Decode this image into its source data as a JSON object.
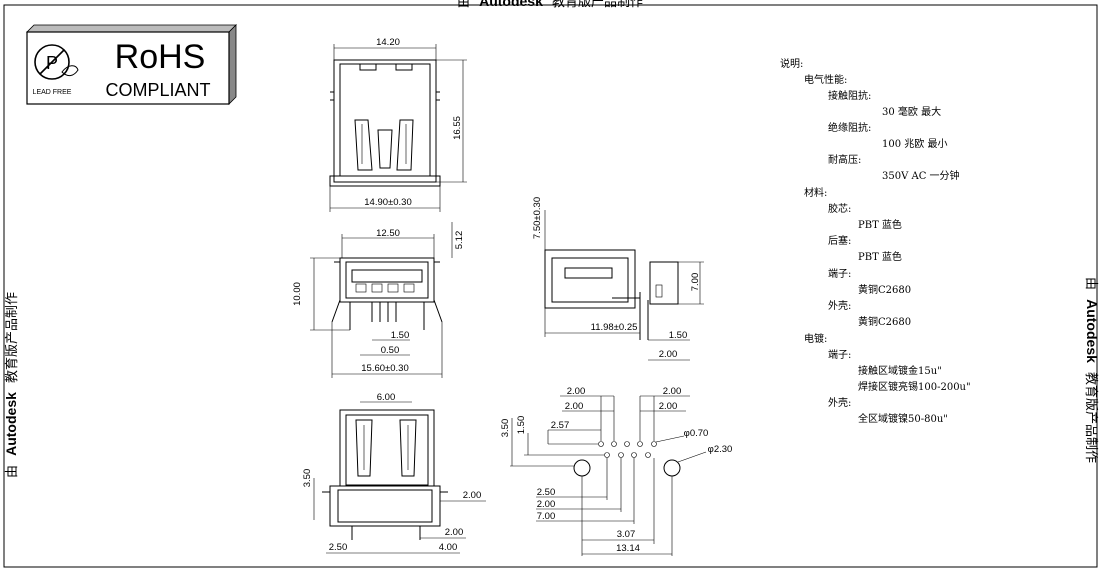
{
  "watermark": {
    "brand": "Autodesk",
    "prefix": "由",
    "suffix": "教育版产品制作"
  },
  "logo": {
    "title": "RoHS",
    "subtitle": "COMPLIANT",
    "badge_text": "LEAD FREE",
    "badge_letter": "P"
  },
  "dimensions": {
    "top_width": "14.20",
    "top_height": "16.55",
    "top_base": "14.90±0.30",
    "front_width": "12.50",
    "front_top": "5.12",
    "front_height": "10.00",
    "front_pin_span": "1.50",
    "front_pin_offset": "0.50",
    "front_base": "15.60±0.30",
    "side_top": "7.50±0.30",
    "side_height": "7.00",
    "side_base": "11.98±0.25",
    "side_pin": "1.50",
    "side_pin2": "2.00",
    "bottom_width": "6.00",
    "bottom_left": "3.50",
    "bottom_right1": "2.00",
    "bottom_right2": "2.00",
    "bottom_base_left": "2.50",
    "bottom_base_right": "4.00",
    "pcb_top_a": "2.00",
    "pcb_top_b": "2.00",
    "pcb_top_c": "2.00",
    "pcb_top_d": "2.00",
    "pcb_left_a": "3.50",
    "pcb_left_b": "1.50",
    "pcb_left_c": "2.57",
    "pcb_hole_small": "φ0.70",
    "pcb_hole_big": "φ2.30",
    "pcb_bottom_a": "2.50",
    "pcb_bottom_b": "2.00",
    "pcb_bottom_c": "7.00",
    "pcb_bottom_d": "3.07",
    "pcb_bottom_e": "13.14"
  },
  "notes": {
    "heading": "说明:",
    "electrical": "电气性能:",
    "contact_resistance": "接触阻抗:",
    "contact_resistance_value": "30 毫欧 最大",
    "insulation_resistance": "绝缘阻抗:",
    "insulation_resistance_value": "100 兆欧 最小",
    "withstand_voltage": "耐高压:",
    "withstand_voltage_value": "350V AC 一分钟",
    "material": "材料:",
    "core": "胶芯:",
    "core_value": "PBT 蓝色",
    "rear_plug": "后塞:",
    "rear_plug_value": "PBT 蓝色",
    "terminal": "端子:",
    "terminal_value": "黄铜C2680",
    "shell": "外壳:",
    "shell_value": "黄铜C2680",
    "plating": "电镀:",
    "plating_terminal": "端子:",
    "plating_terminal_value1": "接触区域镀金15u\"",
    "plating_terminal_value2": "焊接区镀亮锡100-200u\"",
    "plating_shell": "外壳:",
    "plating_shell_value": "全区域镀镍50-80u\""
  }
}
